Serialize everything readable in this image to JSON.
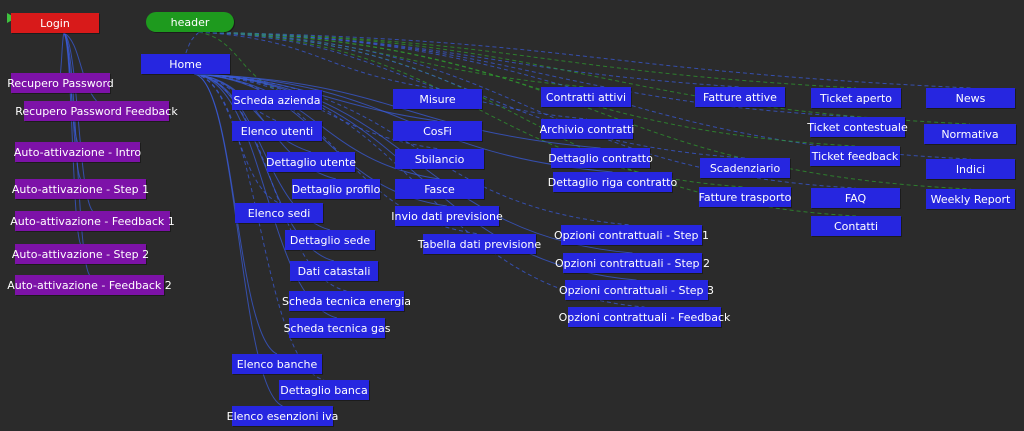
{
  "colors": {
    "background": "#2b2b2b",
    "page": "#2626e0",
    "auth": "#7d12a8",
    "login": "#d81a1a",
    "header": "#1e9a1e",
    "edge_blue": "#3a5bd8",
    "edge_green": "#2f9a2f"
  },
  "nodes": {
    "login": "Login",
    "header": "header",
    "home": "Home",
    "recupero_password": "Recupero Password",
    "recupero_password_feedback": "Recupero Password Feedback",
    "auto_intro": "Auto-attivazione  -  Intro",
    "auto_step1": "Auto-attivazione  -  Step 1",
    "auto_feedback1": "Auto-attivazione  -  Feedback  1",
    "auto_step2": "Auto-attivazione  -  Step 2",
    "auto_feedback2": "Auto-attivazione - Feedback 2",
    "scheda_azienda": "Scheda azienda",
    "elenco_utenti": "Elenco utenti",
    "dettaglio_utente": "Dettaglio utente",
    "dettaglio_profilo": "Dettaglio profilo",
    "elenco_sedi": "Elenco sedi",
    "dettaglio_sede": "Dettaglio sede",
    "dati_catastali": "Dati catastali",
    "scheda_tecnica_energia": "Scheda tecnica energia",
    "scheda_tecnica_gas": "Scheda tecnica gas",
    "elenco_banche": "Elenco banche",
    "dettaglio_banca": "Dettaglio banca",
    "elenco_esenzioni_iva": "Elenco esenzioni iva",
    "misure": "Misure",
    "cosfi": "CosFi",
    "sbilancio": "Sbilancio",
    "fasce": "Fasce",
    "invio_dati_previsione": "Invio dati previsione",
    "tabella_dati_previsione": "Tabella dati previsione",
    "contratti_attivi": "Contratti  attivi",
    "archivio_contratti": "Archivio contratti",
    "dettaglio_contratto": "Dettaglio contratto",
    "dettaglio_riga_contratto": "Dettaglio riga contratto",
    "opzioni_step1": "Opzioni contrattuali - Step  1",
    "opzioni_step2": "Opzioni contrattuali - Step 2",
    "opzioni_step3": "Opzioni contrattuali - Step  3",
    "opzioni_feedback": "Opzioni contrattuali - Feedback",
    "fatture_attive": "Fatture attive",
    "scadenziario": "Scadenziario",
    "fatture_trasporto": "Fatture trasporto",
    "ticket_aperto": "Ticket aperto",
    "ticket_contestuale": "Ticket contestuale",
    "ticket_feedback": "Ticket  feedback",
    "faq": "FAQ",
    "contatti": "Contatti",
    "news": "News",
    "normativa": "Normativa",
    "indici": "Indici",
    "weekly_report": "Weekly  Report"
  }
}
